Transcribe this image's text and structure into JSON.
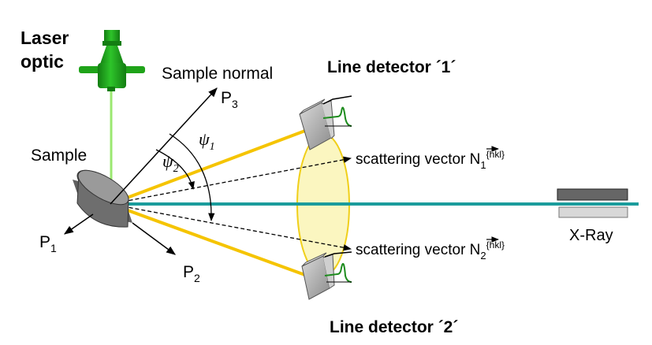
{
  "labels": {
    "laser_line1": "Laser",
    "laser_line2": "optic",
    "sample": "Sample",
    "sample_normal": "Sample normal",
    "p3": {
      "base": "P",
      "sub": "3"
    },
    "p1": {
      "base": "P",
      "sub": "1"
    },
    "p2": {
      "base": "P",
      "sub": "2"
    },
    "psi1": {
      "base": "ψ",
      "sub": "1"
    },
    "psi2": {
      "base": "ψ",
      "sub": "2"
    },
    "detector1": "Line detector ´1´",
    "detector2": "Line detector ´2´",
    "scatter1": {
      "text": "scattering vector ",
      "base": "N",
      "sub": "1",
      "sup": "{hkl}"
    },
    "scatter2": {
      "text": "scattering vector ",
      "base": "N",
      "sub": "2",
      "sup": "{hkl}"
    },
    "xray": "X-Ray"
  },
  "colors": {
    "laser_optic": "#1fa319",
    "laser_beam": "#9be870",
    "xray_beam": "#1a9c9c",
    "diffracted_beam": "#f5c400",
    "cone_fill": "#fbf6c0",
    "cone_stroke": "#f0cf1a",
    "detector": "#b5b5b5",
    "sample": "#7a7a7a",
    "signal": "#1e8c1e"
  }
}
